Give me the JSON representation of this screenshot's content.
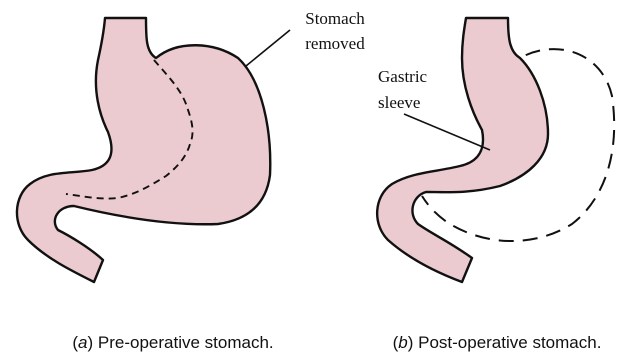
{
  "panels": [
    {
      "caption_letter": "a",
      "caption_text": "Pre-operative stomach.",
      "annotation_lines": [
        "Stomach",
        "removed"
      ]
    },
    {
      "caption_letter": "b",
      "caption_text": "Post-operative stomach.",
      "annotation_lines": [
        "Gastric",
        "sleeve"
      ]
    }
  ],
  "colors": {
    "tissue": "#ebcbcf",
    "outline": "#111111",
    "background": "#ffffff"
  }
}
